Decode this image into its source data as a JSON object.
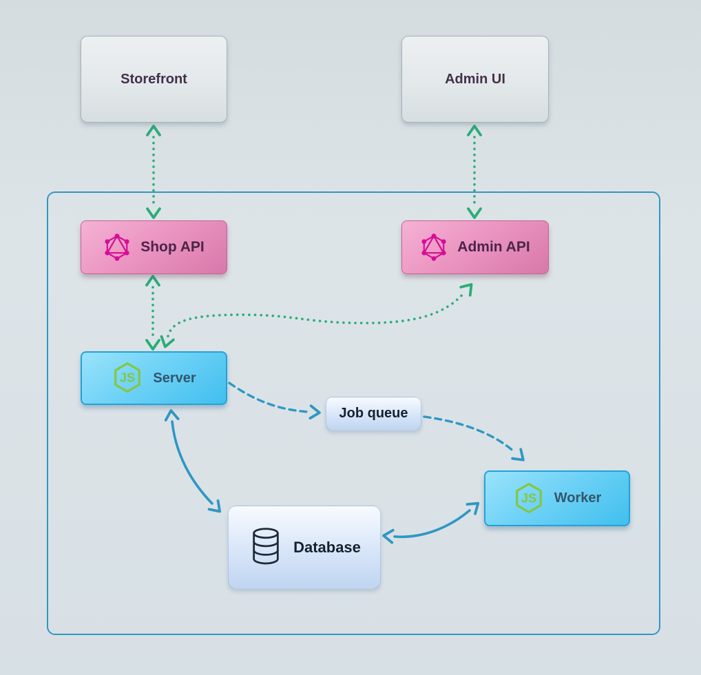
{
  "diagram": {
    "nodes": {
      "storefront": {
        "label": "Storefront"
      },
      "admin_ui": {
        "label": "Admin UI"
      },
      "shop_api": {
        "label": "Shop API",
        "icon": "graphql-icon"
      },
      "admin_api": {
        "label": "Admin API",
        "icon": "graphql-icon"
      },
      "server": {
        "label": "Server",
        "icon": "nodejs-icon"
      },
      "job_queue": {
        "label": "Job queue"
      },
      "worker": {
        "label": "Worker",
        "icon": "nodejs-icon"
      },
      "database": {
        "label": "Database",
        "icon": "database-icon"
      }
    },
    "edges": [
      {
        "from": "Storefront",
        "to": "Shop API",
        "style": "dotted",
        "color": "green",
        "direction": "both"
      },
      {
        "from": "Admin UI",
        "to": "Admin API",
        "style": "dotted",
        "color": "green",
        "direction": "both"
      },
      {
        "from": "Shop API",
        "to": "Server",
        "style": "dotted",
        "color": "green",
        "direction": "both"
      },
      {
        "from": "Server",
        "to": "Admin API",
        "style": "dotted",
        "color": "green",
        "direction": "both"
      },
      {
        "from": "Server",
        "to": "Job queue",
        "style": "dashed",
        "color": "blue",
        "direction": "forward"
      },
      {
        "from": "Job queue",
        "to": "Worker",
        "style": "dashed",
        "color": "blue",
        "direction": "forward"
      },
      {
        "from": "Server",
        "to": "Database",
        "style": "solid",
        "color": "blue",
        "direction": "both"
      },
      {
        "from": "Worker",
        "to": "Database",
        "style": "solid",
        "color": "blue",
        "direction": "both"
      }
    ],
    "colors": {
      "green_arrow": "#29ad76",
      "blue_arrow": "#2f97c3",
      "container_border": "#2f97c3",
      "pink_node": "#e58fbe",
      "cyan_node": "#55c5f2",
      "pale_node": "#dbe7f9",
      "plain_node": "#e3e8ea",
      "graphql_magenta": "#d60d96",
      "nodejs_green": "#85c63e",
      "dark_text": "#43304a"
    }
  }
}
